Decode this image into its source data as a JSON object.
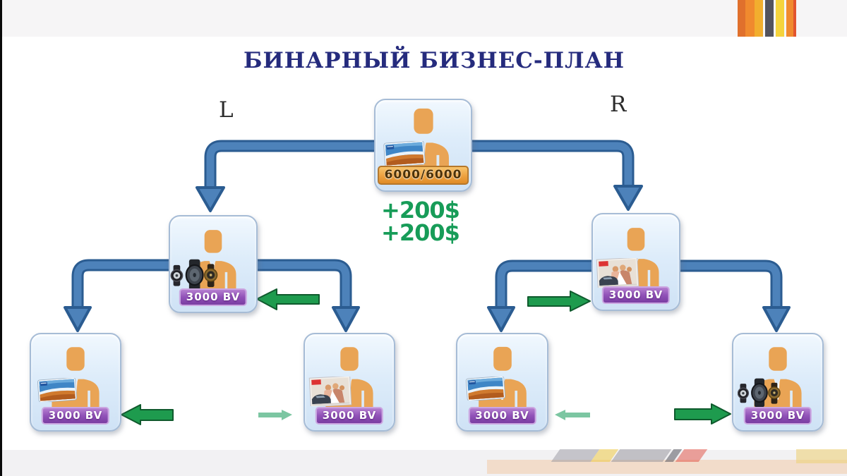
{
  "slide": {
    "title": "БИНАРНЫЙ БИЗНЕС-ПЛАН",
    "left_branch_label": "L",
    "right_branch_label": "R",
    "bonus": {
      "line1": "+200$",
      "line2": "+200$"
    },
    "nodes": [
      {
        "id": "root",
        "badge": "6000/6000",
        "badge_style": "gold",
        "product": "travel-card"
      },
      {
        "id": "mid-left",
        "badge": "3000 BV",
        "badge_style": "purple",
        "product": "watches"
      },
      {
        "id": "mid-right",
        "badge": "3000 BV",
        "badge_style": "purple",
        "product": "magazine"
      },
      {
        "id": "bottom-1",
        "badge": "3000 BV",
        "badge_style": "purple",
        "product": "travel-card"
      },
      {
        "id": "bottom-2",
        "badge": "3000 BV",
        "badge_style": "purple",
        "product": "magazine"
      },
      {
        "id": "bottom-3",
        "badge": "3000 BV",
        "badge_style": "purple",
        "product": "travel-card"
      },
      {
        "id": "bottom-4",
        "badge": "3000 BV",
        "badge_style": "purple",
        "product": "watches"
      }
    ],
    "colors": {
      "title": "#252b7d",
      "bonus_green": "#179c58",
      "node_fill": "#ddecfa",
      "node_border": "#a6bcd6",
      "connector_blue": "#4d82ba",
      "connector_blue_dark": "#2b5c91",
      "arrow_green_dark": "#1e9b4e",
      "arrow_green_light": "#7cc6a2",
      "badge_gold": "#eda13f",
      "badge_purple": "#9152b8",
      "person": "#e9a455",
      "stripe_orange": "#f08a2e",
      "stripe_yellow": "#f5d33c",
      "stripe_gray": "#53535d",
      "stripe_red": "#e2542e"
    }
  }
}
